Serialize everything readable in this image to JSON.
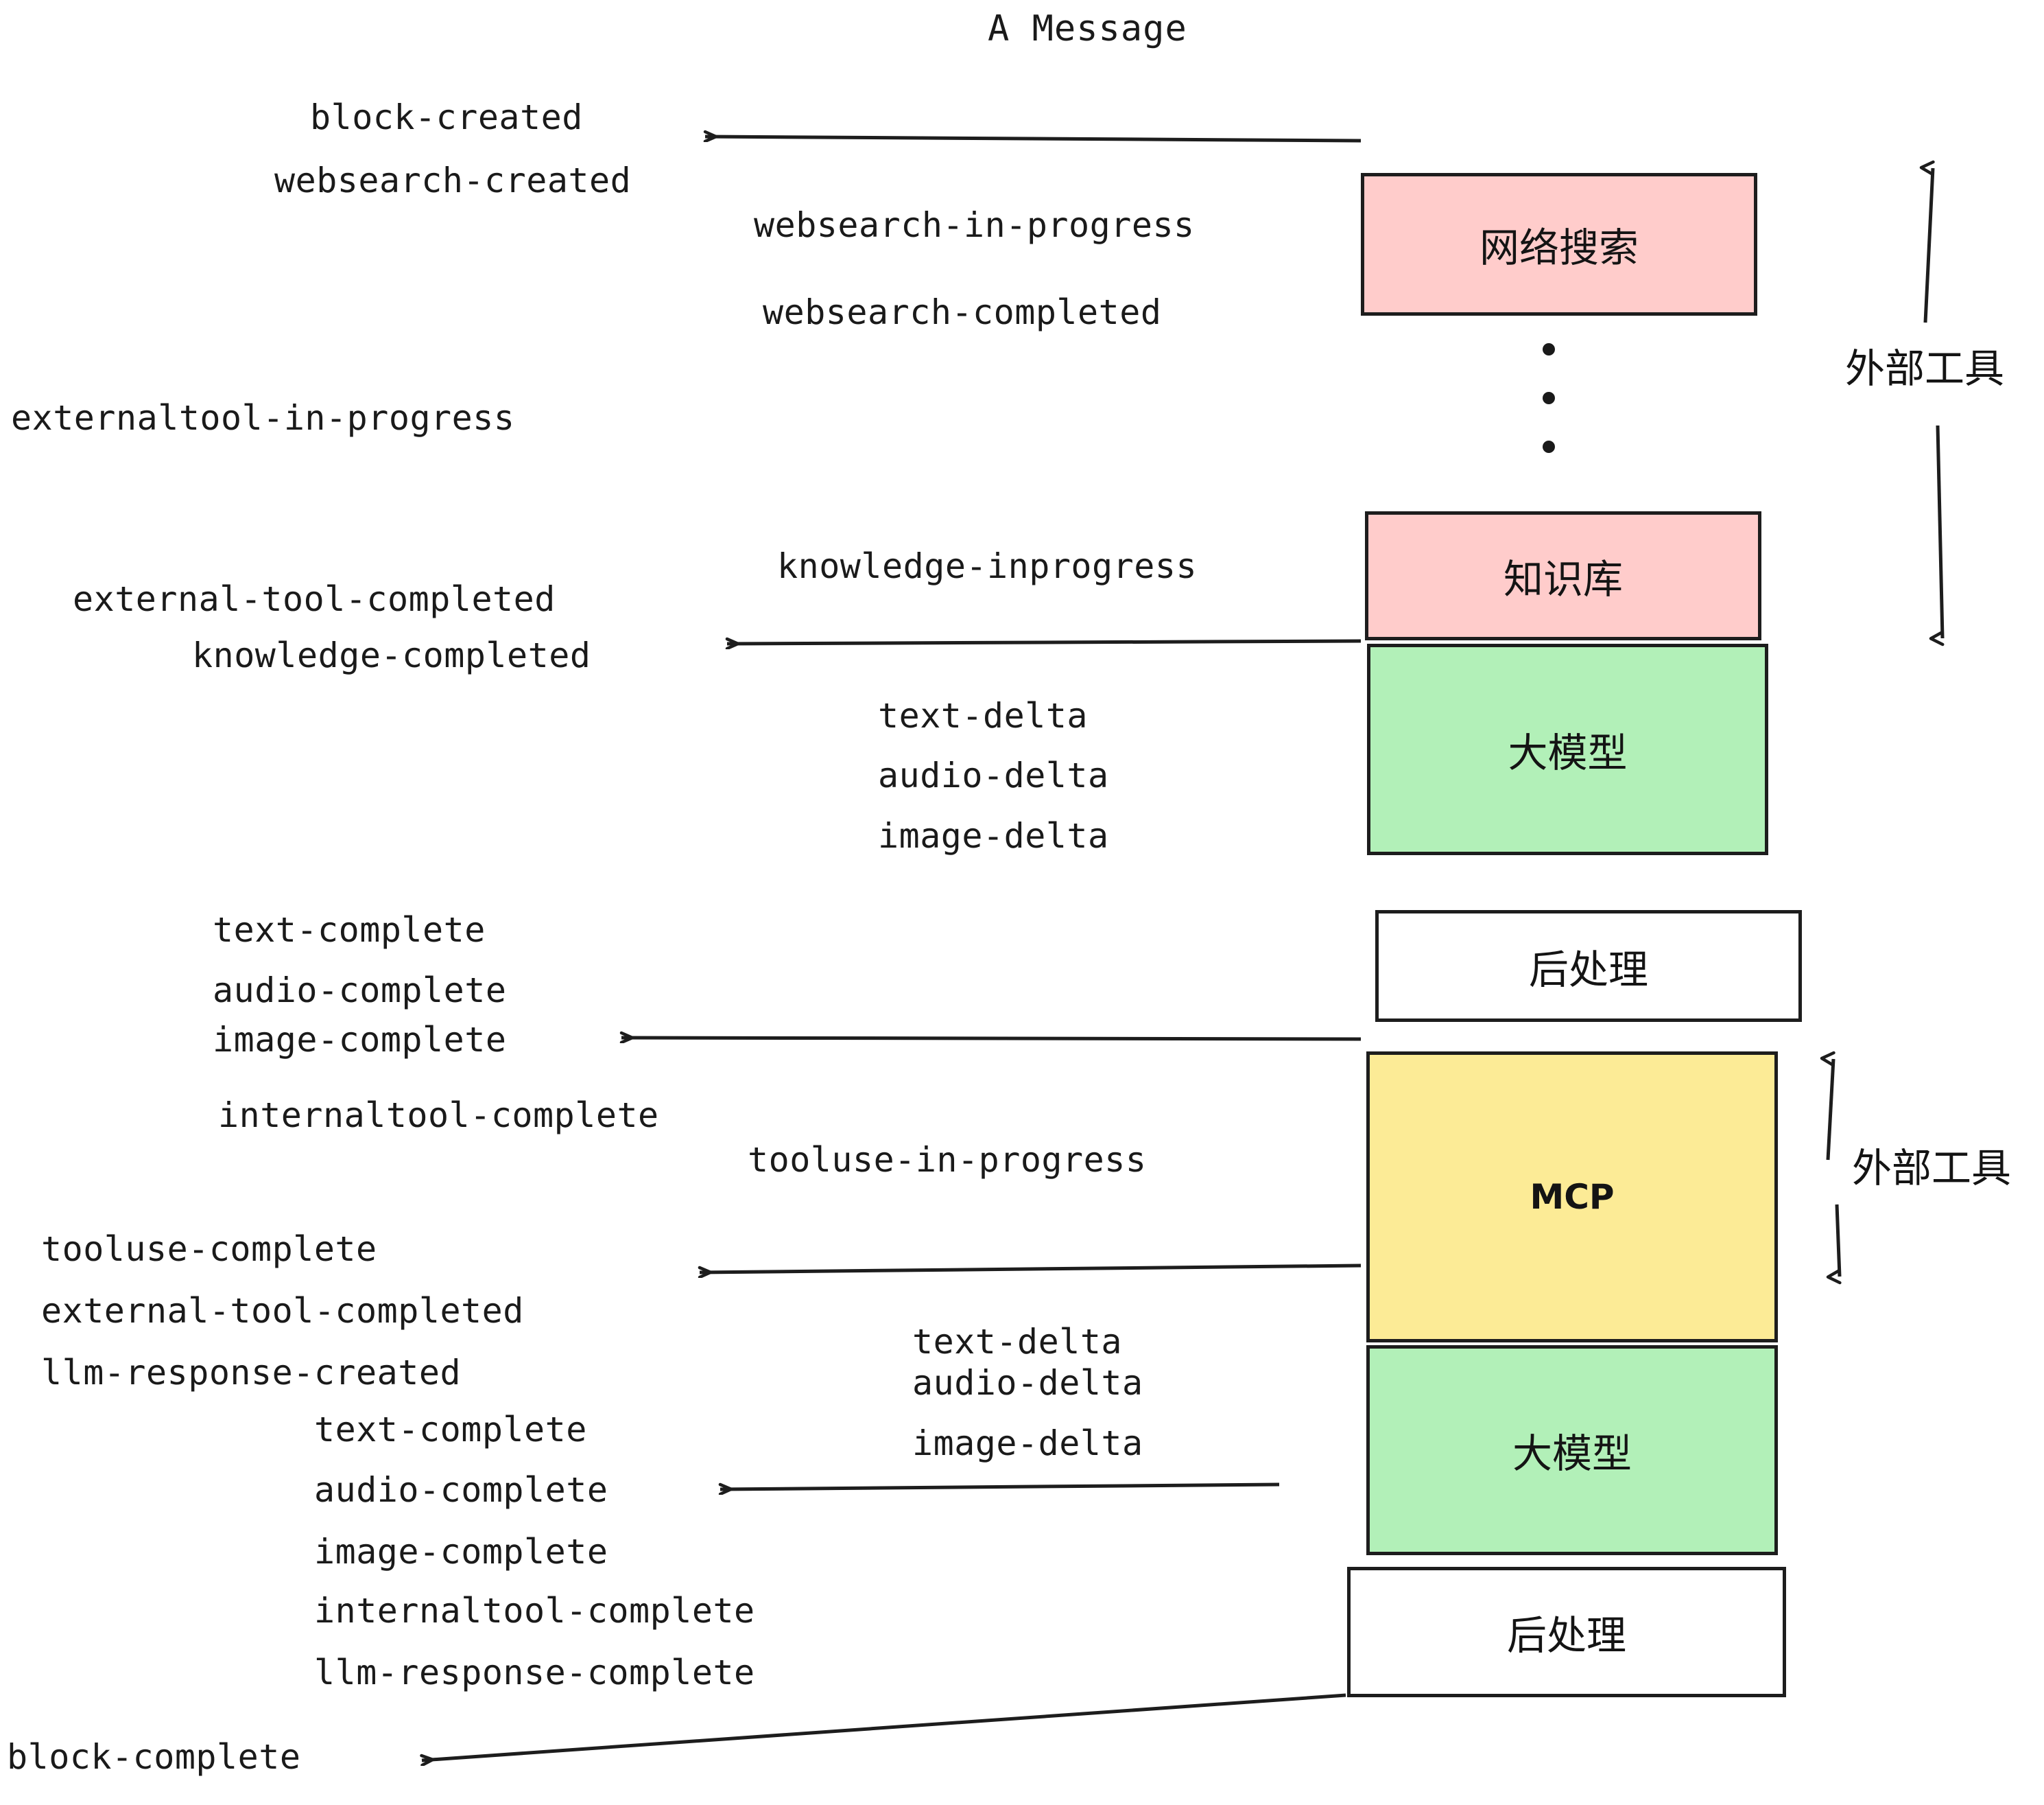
{
  "title": "A Message",
  "colors": {
    "pink": "#FFCCCB",
    "green": "#B2F0B8",
    "yellow": "#FCEB96",
    "white": "#FFFFFF",
    "stroke": "#1D1D1D",
    "text": "#1A1A1A",
    "background": "#FFFFFF"
  },
  "boxes": [
    {
      "id": "websearch",
      "label": "网络搜索",
      "fill": "pink"
    },
    {
      "id": "knowledge",
      "label": "知识库",
      "fill": "pink"
    },
    {
      "id": "llm-1",
      "label": "大模型",
      "fill": "green"
    },
    {
      "id": "postprocess-1",
      "label": "后处理",
      "fill": "white"
    },
    {
      "id": "mcp",
      "label": "MCP",
      "fill": "yellow"
    },
    {
      "id": "llm-2",
      "label": "大模型",
      "fill": "green"
    },
    {
      "id": "postprocess-2",
      "label": "后处理",
      "fill": "white"
    }
  ],
  "side_labels": {
    "external_tool_top": "外部工具",
    "external_tool_bottom": "外部工具"
  },
  "events": {
    "block_created": "block-created",
    "websearch_created": "websearch-created",
    "websearch_in_progress": "websearch-in-progress",
    "websearch_completed": "websearch-completed",
    "externaltool_in_progress": "externaltool-in-progress",
    "knowledge_inprogress": "knowledge-inprogress",
    "external_tool_completed_1": "external-tool-completed",
    "knowledge_completed": "knowledge-completed",
    "text_delta_1": "text-delta",
    "audio_delta_1": "audio-delta",
    "image_delta_1": "image-delta",
    "text_complete_1": "text-complete",
    "audio_complete_1": "audio-complete",
    "image_complete_1": "image-complete",
    "internaltool_complete_1": "internaltool-complete",
    "tooluse_in_progress": "tooluse-in-progress",
    "tooluse_complete": "tooluse-complete",
    "external_tool_completed_2": "external-tool-completed",
    "llm_response_created": "llm-response-created",
    "text_delta_2": "text-delta",
    "audio_delta_2": "audio-delta",
    "image_delta_2": "image-delta",
    "text_complete_2": "text-complete",
    "audio_complete_2": "audio-complete",
    "image_complete_2": "image-complete",
    "internaltool_complete_2": "internaltool-complete",
    "llm_response_complete": "llm-response-complete",
    "block_complete": "block-complete"
  }
}
